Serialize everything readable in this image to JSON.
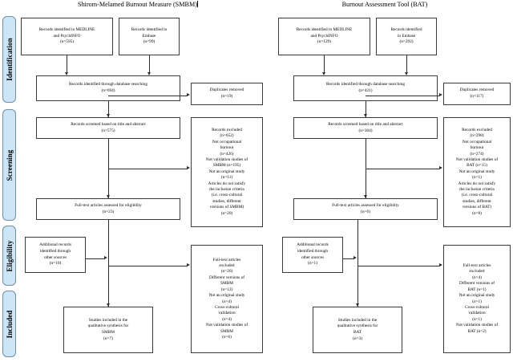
{
  "figure": {
    "type": "prisma-flow-diagram",
    "stages": [
      {
        "label": "Identification"
      },
      {
        "label": "Screening"
      },
      {
        "label": "Eligibility"
      },
      {
        "label": "Included"
      }
    ]
  },
  "panels": [
    {
      "id": "smbm",
      "title": "Shirom-Melamed Burnout Measure (SMBM)",
      "has_text_cursor": true,
      "boxes": {
        "source_medline": "Records identified in MEDLINE\nand PsychINFO\n(n=595)",
        "source_embase": "Records identified in\nEmbase\n(n=99)",
        "database_searching": "Records identified through database searching\n(n=694)",
        "duplicates_removed": "Duplicates removed\n(n=19)",
        "screened": "Records screened based on title and abstract\n(n=575)",
        "records_excluded": "Records excluded\n(n=652)\nNot occupational\nburnout\n(n=426)\nNot validation studies of\nSMBM (n=195)\nNot an original study\n(n=11)\nArticles do not satisfy\nthe inclusion criteria\n(i.e. cross-cultural\nstudies, different\nversions of SMBM)\n(n=20)",
        "fulltext_assessed": "Full-text articles assessed for eligibility\n(n=23)",
        "additional_records": "Additional records\nidentified through\nother sources\n(n=10)",
        "fulltext_excluded": "Full-text articles\nexcluded\n(n=26)\nDifferent versions of\nSMBM\n(n=12)\nNot an original study\n(n=4)\nCross-cultural\nvalidation\n(n=4)\nNot validation studies of\nSMBM\n(n=6)",
        "included": "Studies included in the\nqualitative synthesis for\nSMBM\n(n=7)"
      }
    },
    {
      "id": "bat",
      "title": "Burnout Assessment Tool (BAT)",
      "has_text_cursor": false,
      "boxes": {
        "source_medline": "Records identified in MEDLINE\nand PsychINFO\n(n=129)",
        "source_embase": "Records identified\nin Embase\n(n=292)",
        "database_searching": "Records identified through database searching\n(n=421)",
        "duplicates_removed": "Duplicates removed\n(n=117)",
        "screened": "Records screened based on title and abstract\n(n=304)",
        "records_excluded": "Records excluded\n(n=298)\nNot occupational\nburnout\n(n=274)\nNot validation studies of\nBAT (n=15)\nNot an original study\n(n=1)\nArticles do not satisfy\nthe inclusion criteria\n(i.e. cross-cultural\nstudies, different\nversions of BAT)\n(n=8)",
        "fulltext_assessed": "Full-text articles assessed for eligibility\n(n=6)",
        "additional_records": "Additional records\nidentified through\nother sources\n(n=1)",
        "fulltext_excluded": "Full-text articles\nexcluded\n(n=4)\nDifferent versions of\nBAT (n=1)\nNot an original study\n(n=1)\nCross-cultural\nvalidation\n(n=1)\nNot validation studies of\nBAT (n=2)",
        "included": "Studies included in the\nqualitative synthesis for\nBAT\n(n=3)"
      }
    }
  ],
  "colors": {
    "stage_pill_fill": "#cce6f7",
    "stage_pill_border": "#6f8fa6",
    "box_border": "#3b3b3b",
    "connector": "#2b2b2b",
    "background": "#ffffff"
  }
}
